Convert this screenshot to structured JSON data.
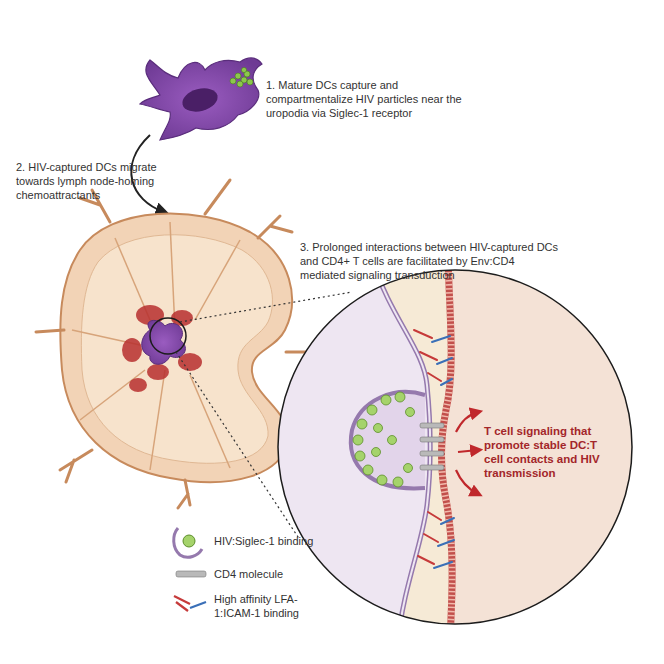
{
  "diagram": {
    "labels": [
      "1. Mature DCs capture and compartmentalize HIV particles near the uropodia via Siglec-1 receptor",
      "2. HIV-captured DCs migrate towards lymph node-homing chemoattractants",
      "3. Prolonged interactions between HIV-captured DCs and CD4+ T cells are facilitated by Env:CD4 mediated signaling transduction",
      "T cell signaling that promote stable DC:T cell contacts and HIV transmission"
    ],
    "legend": [
      {
        "text": "HIV:Siglec-1 binding"
      },
      {
        "text": "CD4 molecule"
      },
      {
        "text": "High affinity LFA-1:ICAM-1 binding"
      }
    ]
  }
}
